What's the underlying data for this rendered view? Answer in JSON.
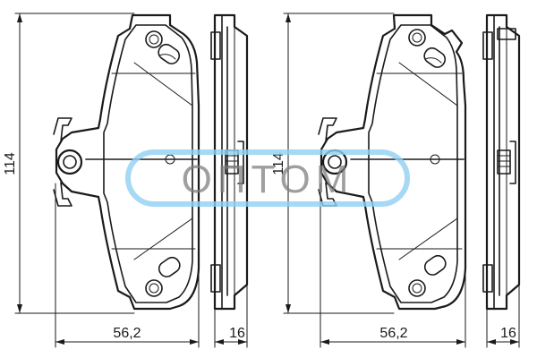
{
  "drawings": [
    {
      "dimensions": {
        "height": "114",
        "width": "56,2",
        "thickness": "16"
      }
    },
    {
      "dimensions": {
        "height": "114",
        "width": "56,2",
        "thickness": "16"
      }
    }
  ],
  "watermark": {
    "text": "OПTOM",
    "color": "#8fd0f2"
  },
  "line_color": "#1a1a1a"
}
